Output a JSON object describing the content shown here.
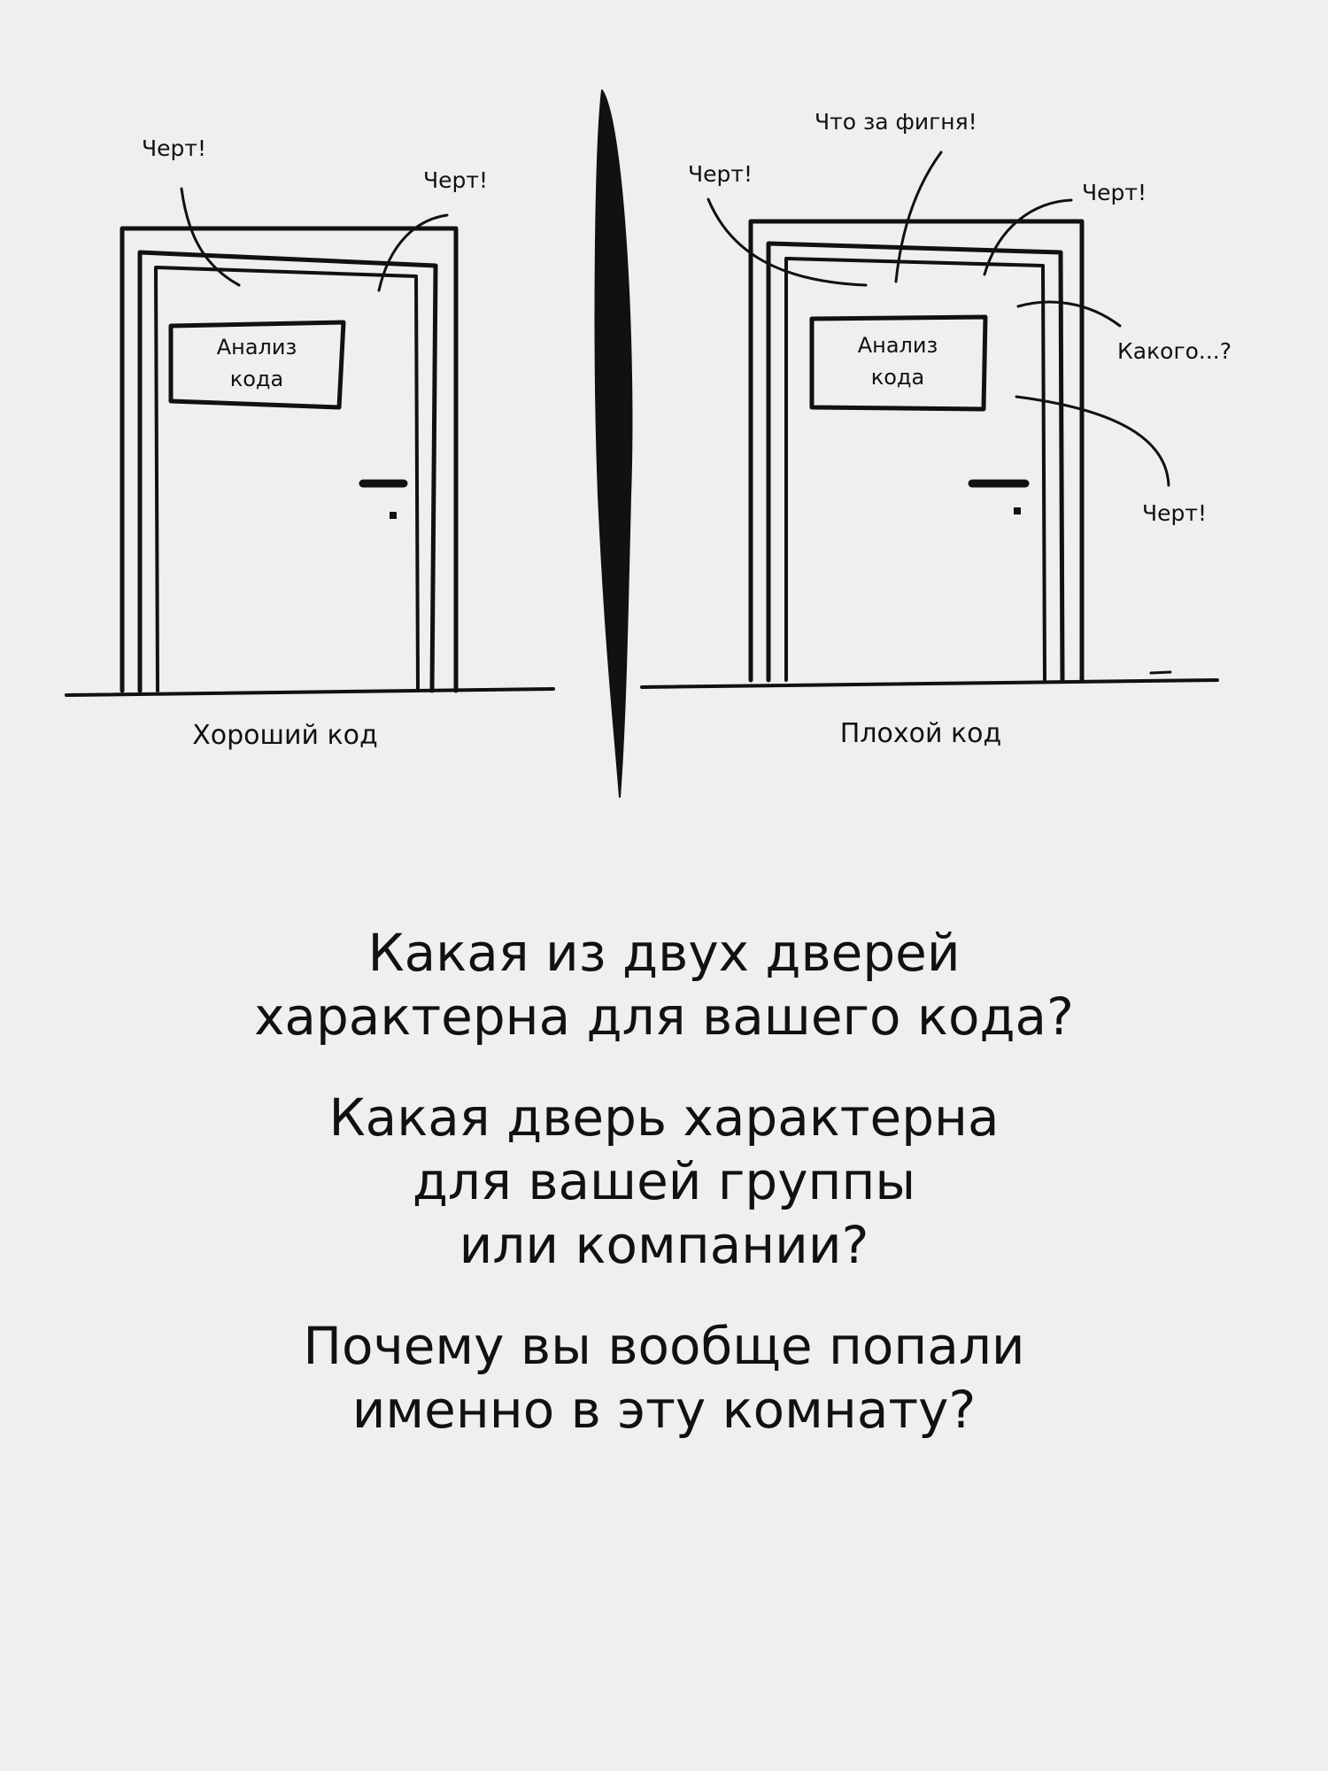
{
  "good_door": {
    "caption": "Хороший код",
    "sign_line1": "Анализ",
    "sign_line2": "кода",
    "exclamations": [
      "Черт!",
      "Черт!"
    ]
  },
  "bad_door": {
    "caption": "Плохой код",
    "sign_line1": "Анализ",
    "sign_line2": "кода",
    "exclamations": [
      "Что за фигня!",
      "Черт!",
      "Черт!",
      "Какого...?",
      "Черт!"
    ]
  },
  "questions": [
    [
      "Какая из двух дверей",
      "характерна для вашего кода?"
    ],
    [
      "Какая дверь характерна",
      "для вашей группы",
      "или компании?"
    ],
    [
      "Почему вы вообще попали",
      "именно в эту комнату?"
    ]
  ]
}
